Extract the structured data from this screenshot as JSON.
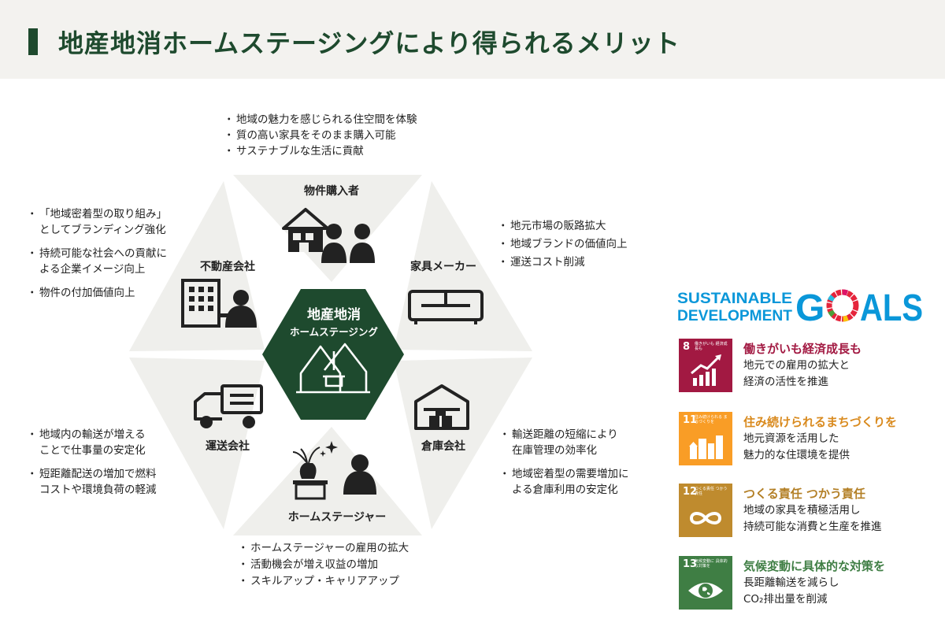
{
  "header": {
    "title": "地産地消ホームステージングにより得られるメリット"
  },
  "center": {
    "title": "地産地消",
    "subtitle": "ホームステージング"
  },
  "segments": {
    "buyer": "物件購入者",
    "furniture": "家具メーカー",
    "warehouse": "倉庫会社",
    "stager": "ホームステージャー",
    "transport": "運送会社",
    "realestate": "不動産会社"
  },
  "benefits": {
    "buyer": [
      "地域の魅力を感じられる住空間を体験",
      "質の高い家具をそのまま購入可能",
      "サステナブルな生活に貢献"
    ],
    "furniture": [
      "地元市場の販路拡大",
      "地域ブランドの価値向上",
      "運送コスト削減"
    ],
    "warehouse": [
      [
        "輸送距離の短縮により",
        "在庫管理の効率化"
      ],
      [
        "地域密着型の需要増加に",
        "よる倉庫利用の安定化"
      ]
    ],
    "stager": [
      "ホームステージャーの雇用の拡大",
      "活動機会が増え収益の増加",
      "スキルアップ・キャリアアップ"
    ],
    "transport": [
      [
        "地域内の輸送が増える",
        "ことで仕事量の安定化"
      ],
      [
        "短距離配送の増加で燃料",
        "コストや環境負荷の軽減"
      ]
    ],
    "realestate": [
      [
        "「地域密着型の取り組み」",
        "としてブランディング強化"
      ],
      [
        "持続可能な社会への貢献に",
        "よる企業イメージ向上"
      ],
      [
        "物件の付加価値向上"
      ]
    ]
  },
  "sdgs": {
    "logo_left_1": "SUSTAINABLE",
    "logo_left_2": "DEVELOPMENT",
    "logo_right_1": "G",
    "logo_right_2": "ALS",
    "goals": [
      {
        "number": "8",
        "tile_name": "働きがいも 経済成長も",
        "heading": "働きがいも経済成長も",
        "desc": [
          "地元での雇用の拡大と",
          "経済の活性を推進"
        ],
        "color": "#a21942"
      },
      {
        "number": "11",
        "tile_name": "住み続けられる まちづくりを",
        "heading": "住み続けられるまちづくりを",
        "desc": [
          "地元資源を活用した",
          "魅力的な住環境を提供"
        ],
        "color": "#f99d26"
      },
      {
        "number": "12",
        "tile_name": "つくる責任 つかう責任",
        "heading": "つくる責任 つかう責任",
        "desc": [
          "地域の家具を積極活用し",
          "持続可能な消費と生産を推進"
        ],
        "color": "#bf8b2e"
      },
      {
        "number": "13",
        "tile_name": "気候変動に 具体的な対策を",
        "heading": "気候変動に具体的な対策を",
        "desc": [
          "長距離輸送を減らし",
          "CO₂排出量を削減"
        ],
        "color": "#3f7e44"
      }
    ]
  },
  "colors": {
    "brand_green": "#1e4a2e",
    "hex_fill": "#efefec",
    "icon_dark": "#222222"
  }
}
